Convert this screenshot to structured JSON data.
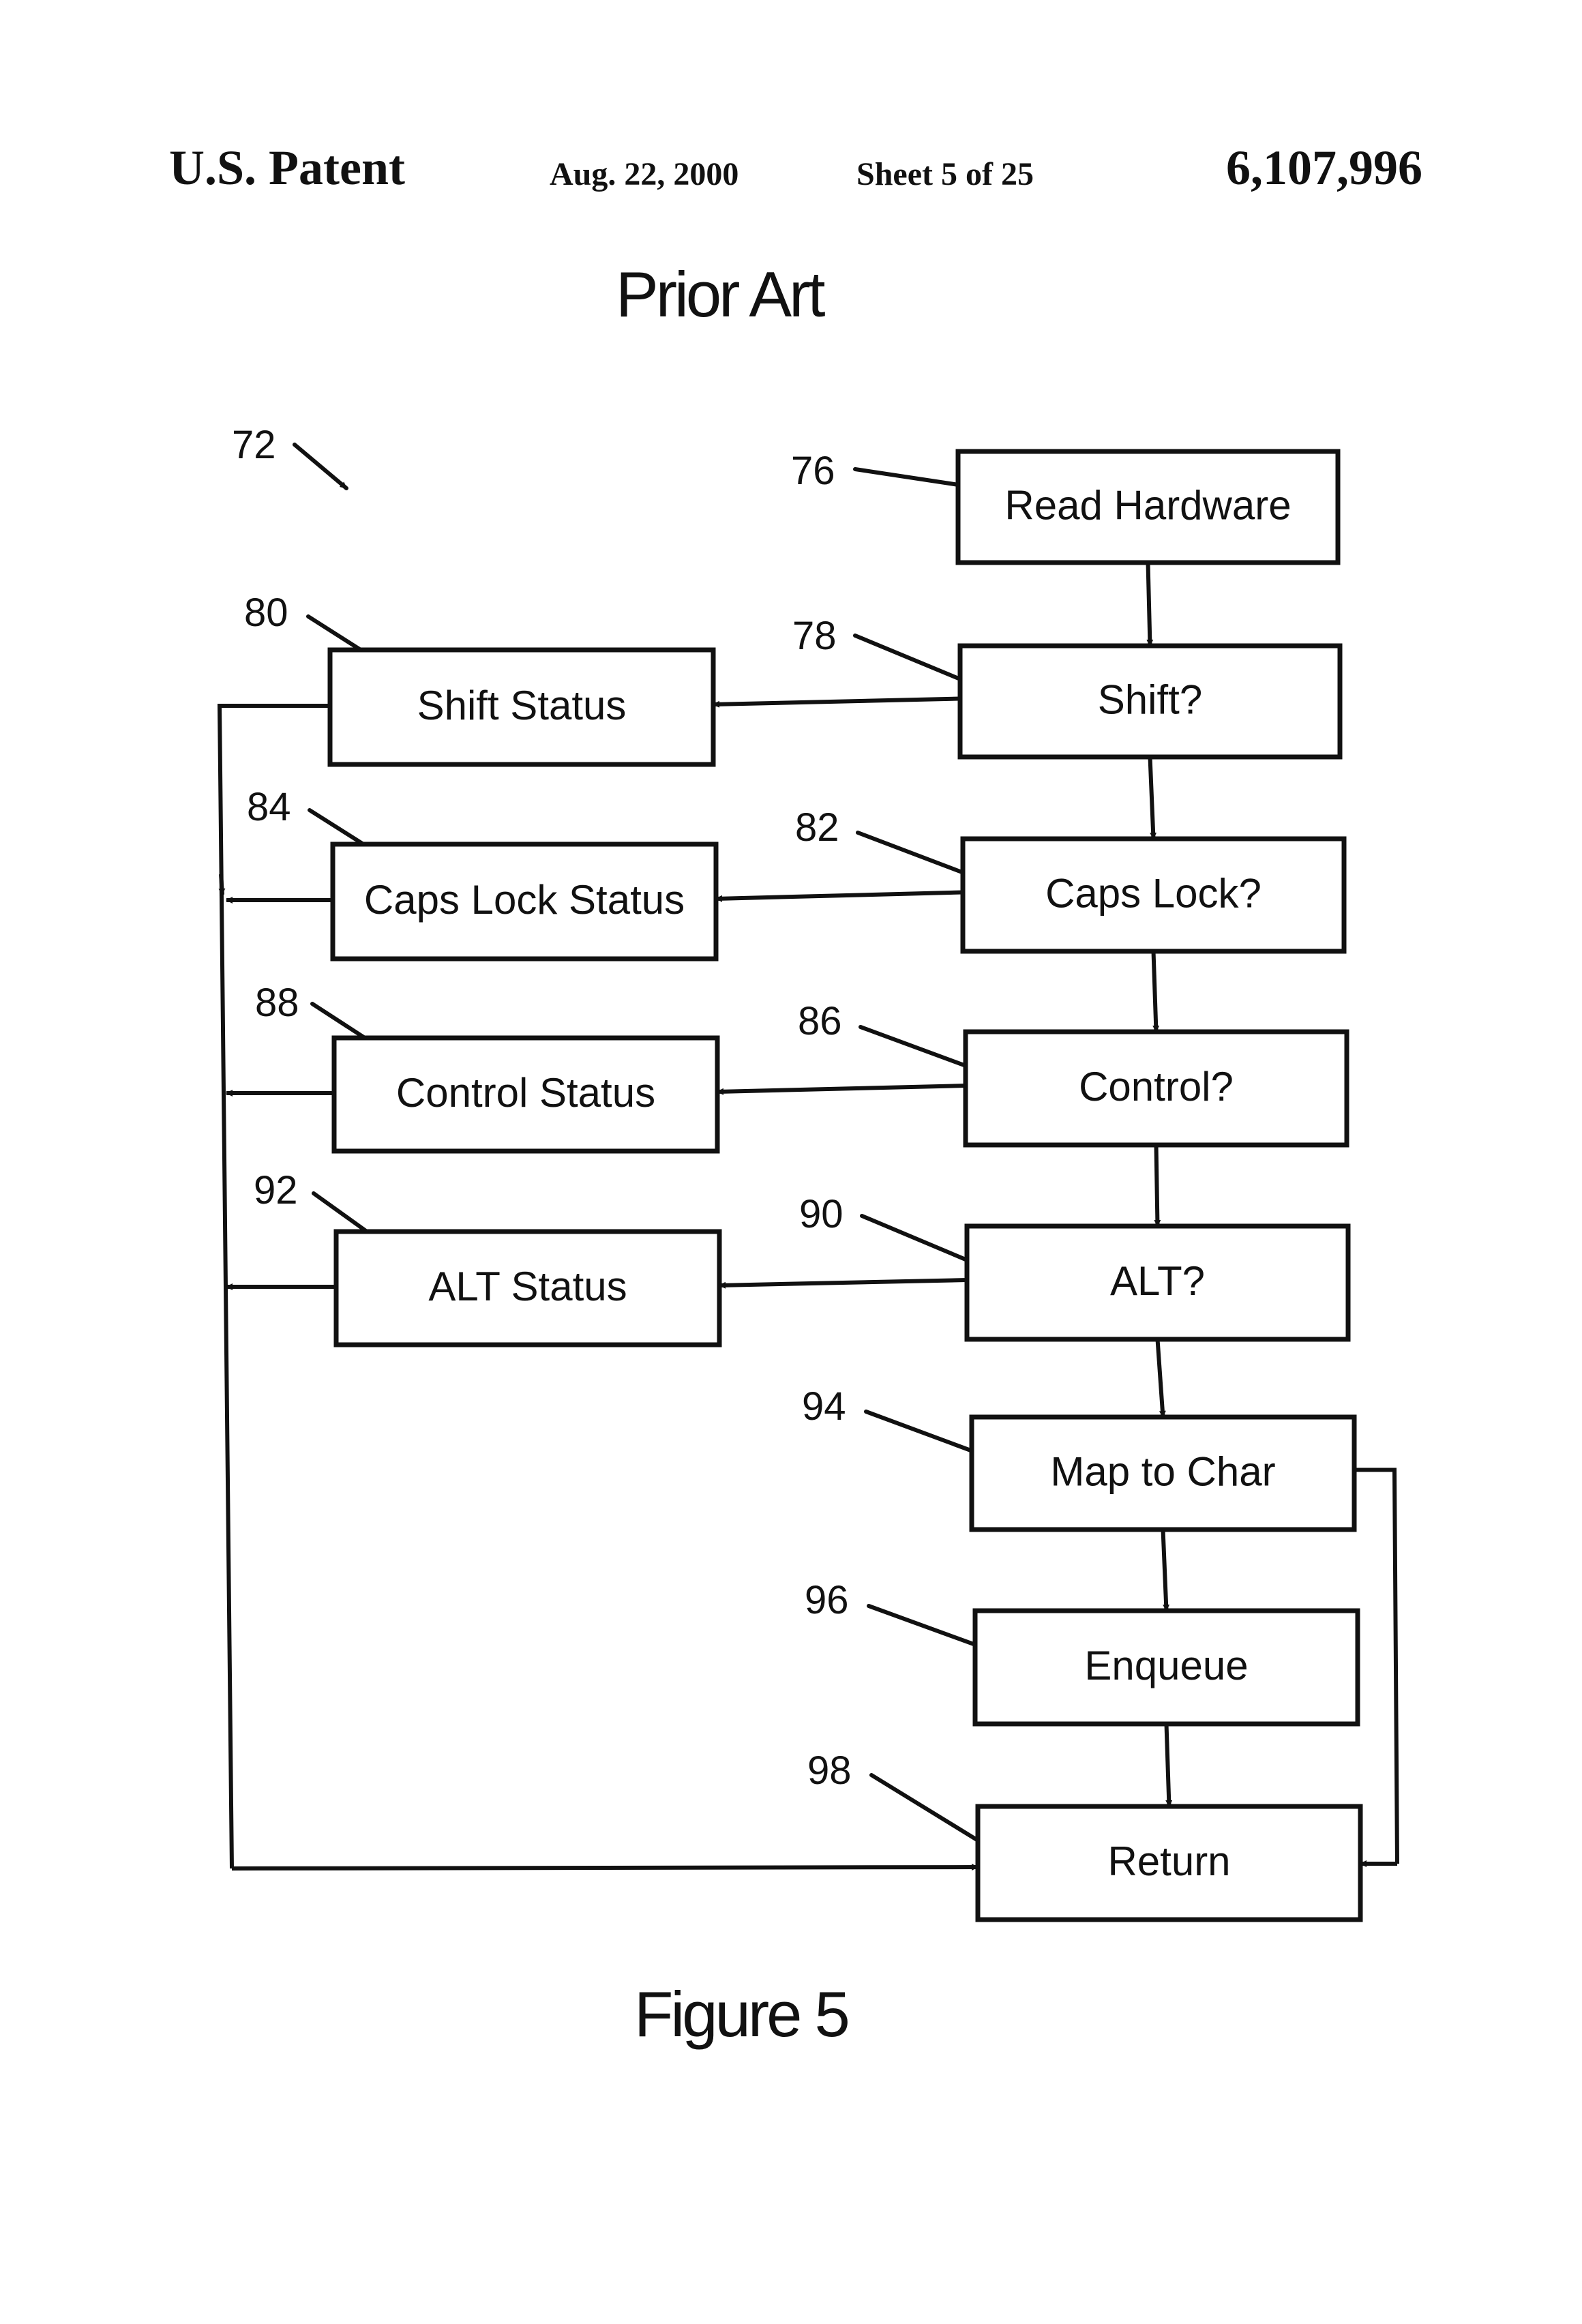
{
  "header": {
    "left": "U.S. Patent",
    "date": "Aug. 22, 2000",
    "sheet": "Sheet 5 of 25",
    "patent_number": "6,107,996"
  },
  "title": "Prior Art",
  "caption": "Figure 5",
  "diagram": {
    "overall_ref": "72",
    "nodes": [
      {
        "id": "read",
        "ref": "76",
        "label": "Read Hardware"
      },
      {
        "id": "shift",
        "ref": "78",
        "label": "Shift?"
      },
      {
        "id": "shift_status",
        "ref": "80",
        "label": "Shift Status"
      },
      {
        "id": "caps",
        "ref": "82",
        "label": "Caps Lock?"
      },
      {
        "id": "caps_status",
        "ref": "84",
        "label": "Caps Lock Status"
      },
      {
        "id": "control",
        "ref": "86",
        "label": "Control?"
      },
      {
        "id": "control_status",
        "ref": "88",
        "label": "Control Status"
      },
      {
        "id": "alt",
        "ref": "90",
        "label": "ALT?"
      },
      {
        "id": "alt_status",
        "ref": "92",
        "label": "ALT Status"
      },
      {
        "id": "map",
        "ref": "94",
        "label": "Map to Char"
      },
      {
        "id": "enqueue",
        "ref": "96",
        "label": "Enqueue"
      },
      {
        "id": "return",
        "ref": "98",
        "label": "Return"
      }
    ],
    "edges": [
      [
        "read",
        "shift"
      ],
      [
        "shift",
        "shift_status"
      ],
      [
        "shift",
        "caps"
      ],
      [
        "caps",
        "caps_status"
      ],
      [
        "caps",
        "control"
      ],
      [
        "control",
        "control_status"
      ],
      [
        "control",
        "alt"
      ],
      [
        "alt",
        "alt_status"
      ],
      [
        "alt",
        "map"
      ],
      [
        "map",
        "enqueue"
      ],
      [
        "map",
        "return"
      ],
      [
        "enqueue",
        "return"
      ],
      [
        "shift_status",
        "return"
      ],
      [
        "caps_status",
        "return"
      ],
      [
        "control_status",
        "return"
      ],
      [
        "alt_status",
        "return"
      ]
    ]
  }
}
